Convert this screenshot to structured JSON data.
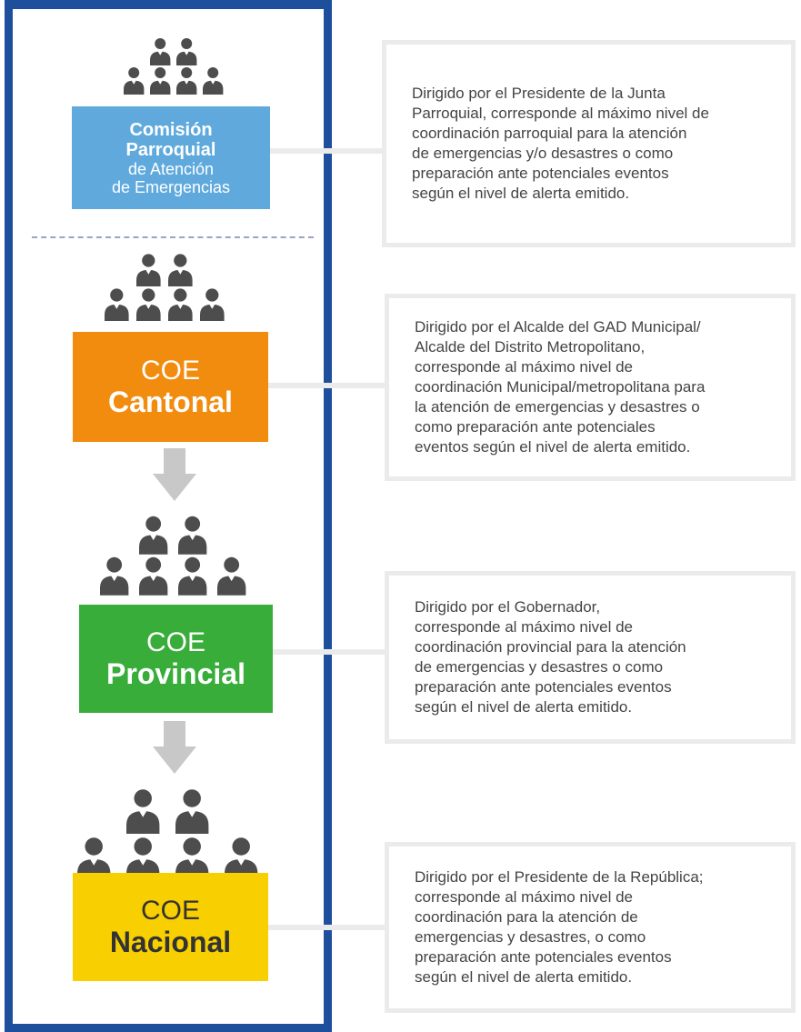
{
  "levels": [
    {
      "title_lines": [
        "Comisión",
        "Parroquial",
        "de Atención",
        "de Emergencias"
      ],
      "color": "#5fa9dd",
      "icon": "people-group-icon",
      "description": "Dirigido por el Presidente de la Junta\nParroquial, corresponde al máximo nivel de\ncoordinación parroquial para la atención\nde emergencias y/o desastres o como\npreparación ante potenciales eventos\nsegún el nivel de alerta emitido."
    },
    {
      "coe": "COE",
      "level": "Cantonal",
      "color": "#f28c0f",
      "icon": "people-group-icon",
      "description": "Dirigido por el Alcalde del GAD Municipal/\nAlcalde del Distrito Metropolitano,\ncorresponde al máximo nivel de\ncoordinación Municipal/metropolitana para\nla atención de emergencias y desastres o\ncomo preparación ante potenciales\neventos según el nivel de alerta emitido."
    },
    {
      "coe": "COE",
      "level": "Provincial",
      "color": "#38ad3a",
      "icon": "people-group-icon",
      "description": "Dirigido por el Gobernador,\ncorresponde al máximo nivel de\ncoordinación provincial para la atención\nde emergencias y desastres o como\npreparación ante potenciales eventos\nsegún el nivel de alerta emitido."
    },
    {
      "coe": "COE",
      "level": "Nacional",
      "color": "#f8cf00",
      "icon": "people-group-icon",
      "description": "Dirigido por el Presidente de la República;\ncorresponde al máximo nivel de\ncoordinación para la atención de\nemergencias y desastres, o como\npreparación ante potenciales eventos\nsegún el nivel de alerta emitido."
    }
  ],
  "arrow_icon": "down-arrow-icon",
  "colors": {
    "panel_border": "#1d4f9c",
    "icon": "#4d4d4d",
    "arrow": "#c8c8c8",
    "divider": "#9aa3c9"
  }
}
